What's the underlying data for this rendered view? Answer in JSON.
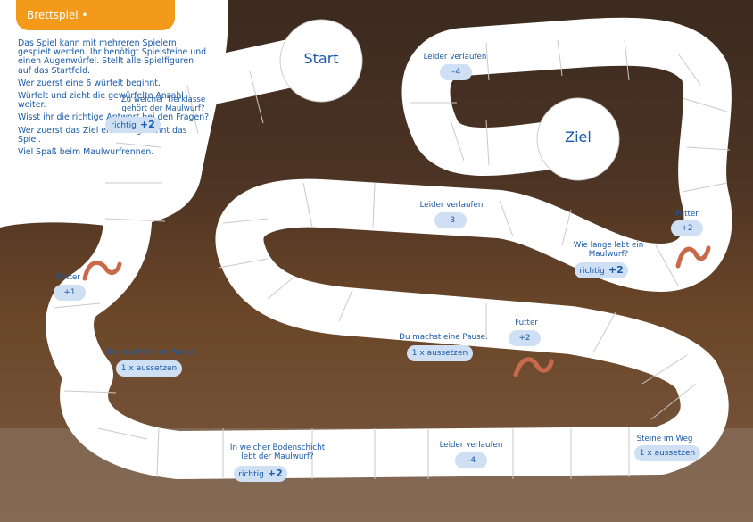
{
  "header": {
    "tag": "Brettspiel • Maulwurfrennen"
  },
  "intro": [
    "Das Spiel kann mit mehreren Spielern gespielt werden. Ihr benötigt Spielsteine und einen Augenwürfel. Stellt alle Spielfiguren auf das Startfeld.",
    "Wer zuerst eine 6 würfelt beginnt.",
    "Würfelt und zieht die gewürfelte Anzahl weiter.",
    "Wisst ihr die richtige Antwort bei den Fragen?",
    "Wer zuerst das Ziel erreicht gewinnt das Spiel.",
    "Viel Spaß beim Maulwurfrennen."
  ],
  "board": {
    "start": "Start",
    "goal": "Ziel",
    "fields": [
      {
        "text": "Zu welcher Tierklasse gehört der Maulwurf?",
        "pill": "richtig",
        "value": "+2"
      },
      {
        "text": "Leider verlaufen",
        "value": "–4"
      },
      {
        "text": "Leider verlaufen",
        "value": "–3"
      },
      {
        "text": "Futter",
        "value": "+2"
      },
      {
        "text": "Wie lange lebt ein Maulwurf?",
        "pill": "richtig",
        "value": "+2"
      },
      {
        "text": "Futter",
        "value": "+1"
      },
      {
        "text": "Futter",
        "value": "+2"
      },
      {
        "text": "Du machst eine Pause.",
        "pill": "1 x aussetzen"
      },
      {
        "text": "Du machst eine Pause.",
        "pill": "1 x aussetzen"
      },
      {
        "text": "In welcher Bodenschicht lebt der Maulwurf?",
        "pill": "richtig",
        "value": "+2"
      },
      {
        "text": "Leider verlaufen",
        "value": "–4"
      },
      {
        "text": "Steine im Weg",
        "pill": "1 x aussetzen"
      }
    ]
  },
  "colors": {
    "accent": "#f39a1b",
    "text": "#1a5aa6",
    "pill": "#cfe0f4",
    "worm": "#c86a4a",
    "soil": "#4a3323"
  }
}
